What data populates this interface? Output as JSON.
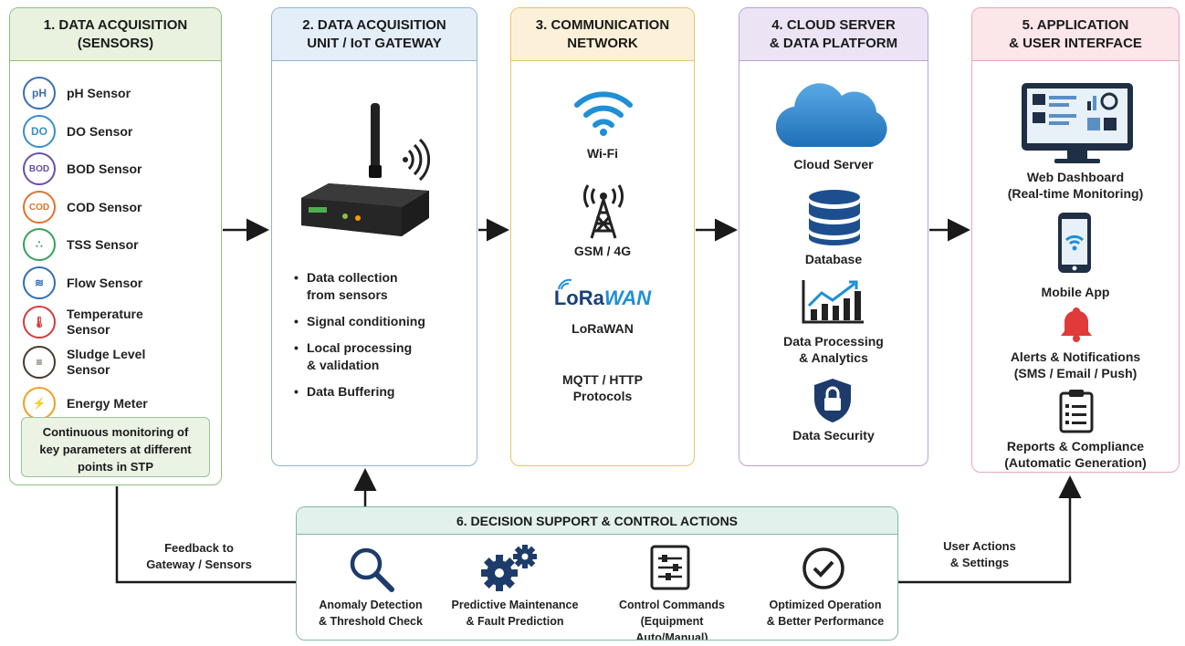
{
  "panels": {
    "p1": {
      "title": "1. DATA ACQUISITION\n(SENSORS)",
      "border": "#8fbf7a",
      "head_bg": "#e8f2df"
    },
    "p2": {
      "title": "2. DATA ACQUISITION\nUNIT / IoT GATEWAY",
      "border": "#8fb4dc",
      "head_bg": "#e3eef9"
    },
    "p3": {
      "title": "3. COMMUNICATION\nNETWORK",
      "border": "#e8c46a",
      "head_bg": "#fcf1d8"
    },
    "p4": {
      "title": "4. CLOUD SERVER\n& DATA PLATFORM",
      "border": "#b7a2d6",
      "head_bg": "#ece4f5"
    },
    "p5": {
      "title": "5. APPLICATION\n& USER INTERFACE",
      "border": "#e8a6b4",
      "head_bg": "#fbe6ea"
    },
    "p6": {
      "title": "6. DECISION SUPPORT & CONTROL ACTIONS",
      "border": "#7fb8ad",
      "head_bg": "#e2f1ec"
    }
  },
  "sensors": [
    {
      "icon": "pH",
      "label": "pH Sensor",
      "color": "#3b6fb0"
    },
    {
      "icon": "DO",
      "label": "DO Sensor",
      "color": "#3b8fc9"
    },
    {
      "icon": "BOD",
      "label": "BOD Sensor",
      "color": "#6a4fa8"
    },
    {
      "icon": "COD",
      "label": "COD Sensor",
      "color": "#e0732b"
    },
    {
      "icon": "∴",
      "label": "TSS Sensor",
      "color": "#3aa05a"
    },
    {
      "icon": "≋",
      "label": "Flow Sensor",
      "color": "#2f6eb5"
    },
    {
      "icon": "🌡",
      "label": "Temperature\nSensor",
      "color": "#d63a3a"
    },
    {
      "icon": "≡",
      "label": "Sludge Level\nSensor",
      "color": "#4a3a2a"
    },
    {
      "icon": "⚡",
      "label": "Energy Meter",
      "color": "#f0a020"
    }
  ],
  "sensor_note": "Continuous monitoring of\nkey parameters at different\npoints in STP",
  "gateway_bullets": [
    "Data collection\nfrom sensors",
    "Signal conditioning",
    "Local processing\n& validation",
    "Data Buffering"
  ],
  "network": {
    "wifi": "Wi-Fi",
    "gsm": "GSM / 4G",
    "lora_logo_a": "LoRa",
    "lora_logo_b": "WAN",
    "lora": "LoRaWAN",
    "protocols": "MQTT / HTTP\nProtocols"
  },
  "cloud": {
    "server": "Cloud Server",
    "database": "Database",
    "processing": "Data Processing\n& Analytics",
    "security": "Data Security"
  },
  "app": {
    "dashboard": "Web Dashboard\n(Real-time Monitoring)",
    "mobile": "Mobile App",
    "alerts": "Alerts & Notifications\n(SMS / Email / Push)",
    "reports": "Reports & Compliance\n(Automatic Generation)"
  },
  "decision_steps": [
    "Anomaly Detection\n& Threshold Check",
    "Predictive Maintenance\n& Fault Prediction",
    "Control Commands\n(Equipment Auto/Manual)",
    "Optimized Operation\n& Better Performance"
  ],
  "flows": {
    "feedback": "Feedback to\nGateway / Sensors",
    "user_actions": "User Actions\n& Settings"
  }
}
